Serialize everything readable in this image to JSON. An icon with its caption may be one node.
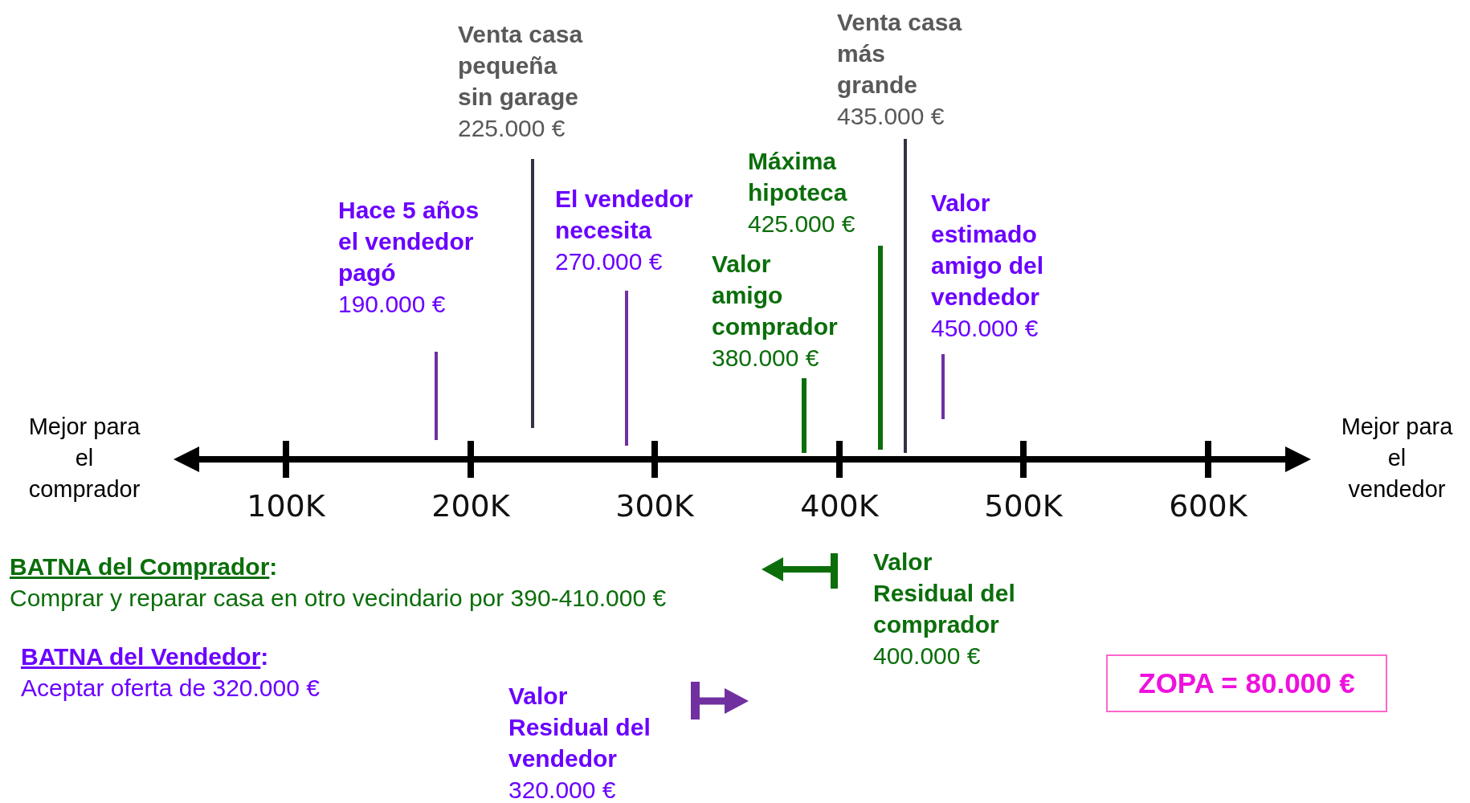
{
  "diagram": {
    "nodes": [
      {
        "text": [
          "ZOPA = 80.000 €"
        ]
      }
    ],
    "labels": [
      "Venta casa más grande",
      "435.000 €",
      "Venta casa pequeña sin garage",
      "225.000 €",
      "Máxima hipoteca",
      "425.000 €",
      "El vendedor necesita",
      "270.000 €",
      "Hace 5 años el vendedor pagó",
      "190.000 €",
      "Valor estimado amigo del vendedor",
      "450.000 €",
      "Valor amigo comprador",
      "380.000 €",
      "Mejor para el comprador",
      "Mejor para el vendedor",
      "100K",
      "200K",
      "300K",
      "400K",
      "500K",
      "600K",
      "BATNA del Comprador:",
      "Comprar y reparar casa en otro vecindario por 390-410.000 €",
      "Valor Residual del comprador",
      "BATNA del Vendedor:",
      "400.000 €",
      "Aceptar oferta de 320.000 €",
      "Valor Residual del vendedor",
      "320.000 €"
    ]
  }
}
